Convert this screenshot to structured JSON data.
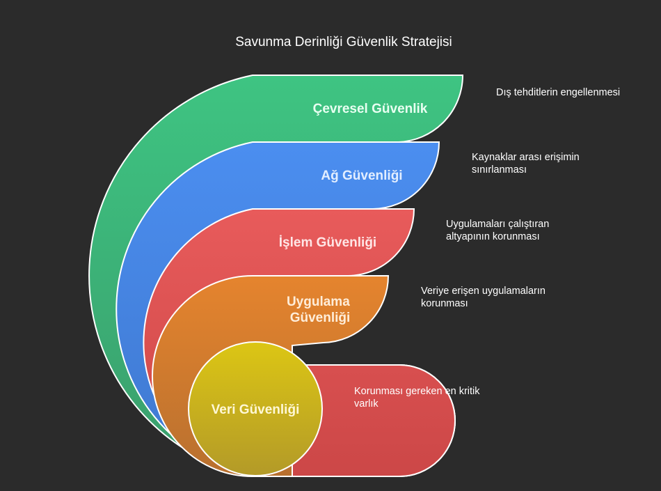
{
  "title": "Savunma Derinliği Güvenlik Stratejisi",
  "layers": [
    {
      "label_lines": [
        "Çevresel Güvenlik"
      ],
      "description_lines": [
        "Dış tehditlerin engellenmesi"
      ],
      "color_top": "#3ec482",
      "color_bottom": "#3a9e6c",
      "label_color": "#e8fff1"
    },
    {
      "label_lines": [
        "Ağ Güvenliği"
      ],
      "description_lines": [
        "Kaynaklar arası erişimin",
        "sınırlanması"
      ],
      "color_top": "#4b8ef0",
      "color_bottom": "#3f78cf",
      "label_color": "#e3eeff"
    },
    {
      "label_lines": [
        "İşlem Güvenliği"
      ],
      "description_lines": [
        "Uygulamaları çalıştıran",
        "altyapının korunması"
      ],
      "color_top": "#e85b5b",
      "color_bottom": "#cc4747",
      "label_color": "#ffe6e6"
    },
    {
      "label_lines": [
        "Uygulama",
        "Güvenliği"
      ],
      "description_lines": [
        "Veriye erişen uygulamaların",
        "korunması"
      ],
      "color_top": "#e5842e",
      "color_bottom": "#b8702f",
      "label_color": "#ffedd9"
    },
    {
      "label_lines": [
        "Veri Güvenliği"
      ],
      "description_lines": [
        "Korunması gereken en kritik",
        "varlık"
      ],
      "color_top": "#dcc614",
      "color_bottom": "#b39a28",
      "label_color": "#fff8d6"
    }
  ]
}
